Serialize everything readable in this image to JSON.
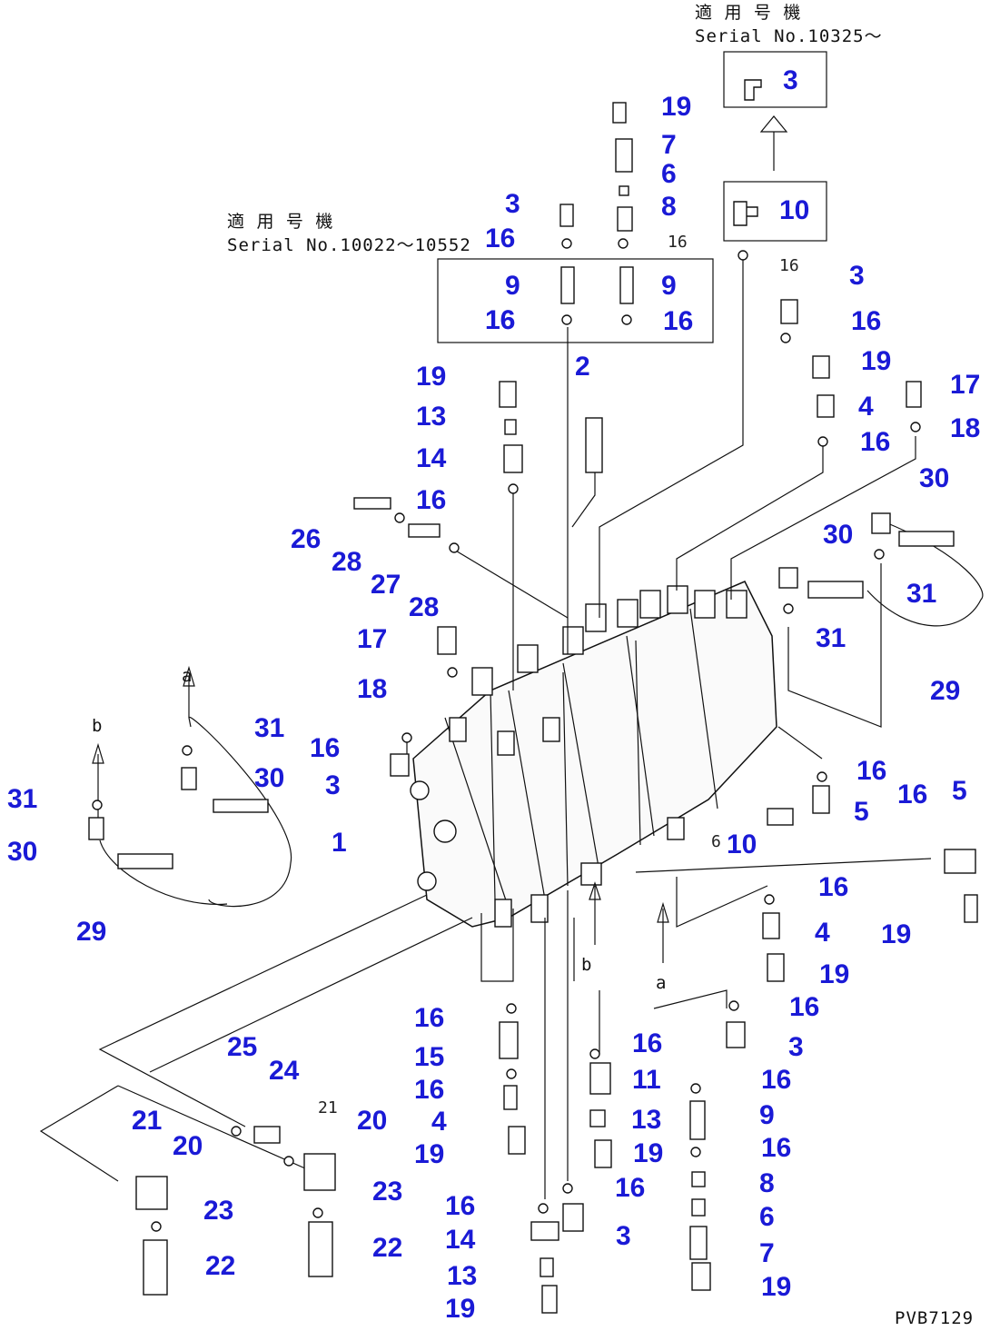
{
  "notes": {
    "serial_top_line1": "適 用 号 機",
    "serial_top_line2": "Serial No.10325～",
    "serial_mid_line1": "適 用 号 機",
    "serial_mid_line2": "Serial No.10022～10552",
    "drawing_code": "PVB7129"
  },
  "markers": [
    "a",
    "b",
    "a",
    "b"
  ],
  "callouts": [
    "3",
    "10",
    "19",
    "7",
    "6",
    "8",
    "3",
    "16",
    "16",
    "9",
    "9",
    "16",
    "16",
    "2",
    "3",
    "16",
    "19",
    "4",
    "16",
    "17",
    "18",
    "19",
    "13",
    "14",
    "16",
    "26",
    "28",
    "27",
    "28",
    "30",
    "30",
    "31",
    "31",
    "29",
    "17",
    "18",
    "31",
    "30",
    "31",
    "30",
    "29",
    "16",
    "3",
    "1",
    "16",
    "5",
    "10",
    "16",
    "5",
    "16",
    "4",
    "19",
    "19",
    "16",
    "3",
    "16",
    "15",
    "16",
    "4",
    "19",
    "16",
    "11",
    "13",
    "19",
    "16",
    "16",
    "9",
    "16",
    "8",
    "6",
    "7",
    "19",
    "25",
    "24",
    "21",
    "20",
    "21",
    "20",
    "23",
    "23",
    "22",
    "22",
    "16",
    "14",
    "13",
    "19",
    "3"
  ],
  "small_labels": [
    "16",
    "16",
    "21",
    "6"
  ]
}
